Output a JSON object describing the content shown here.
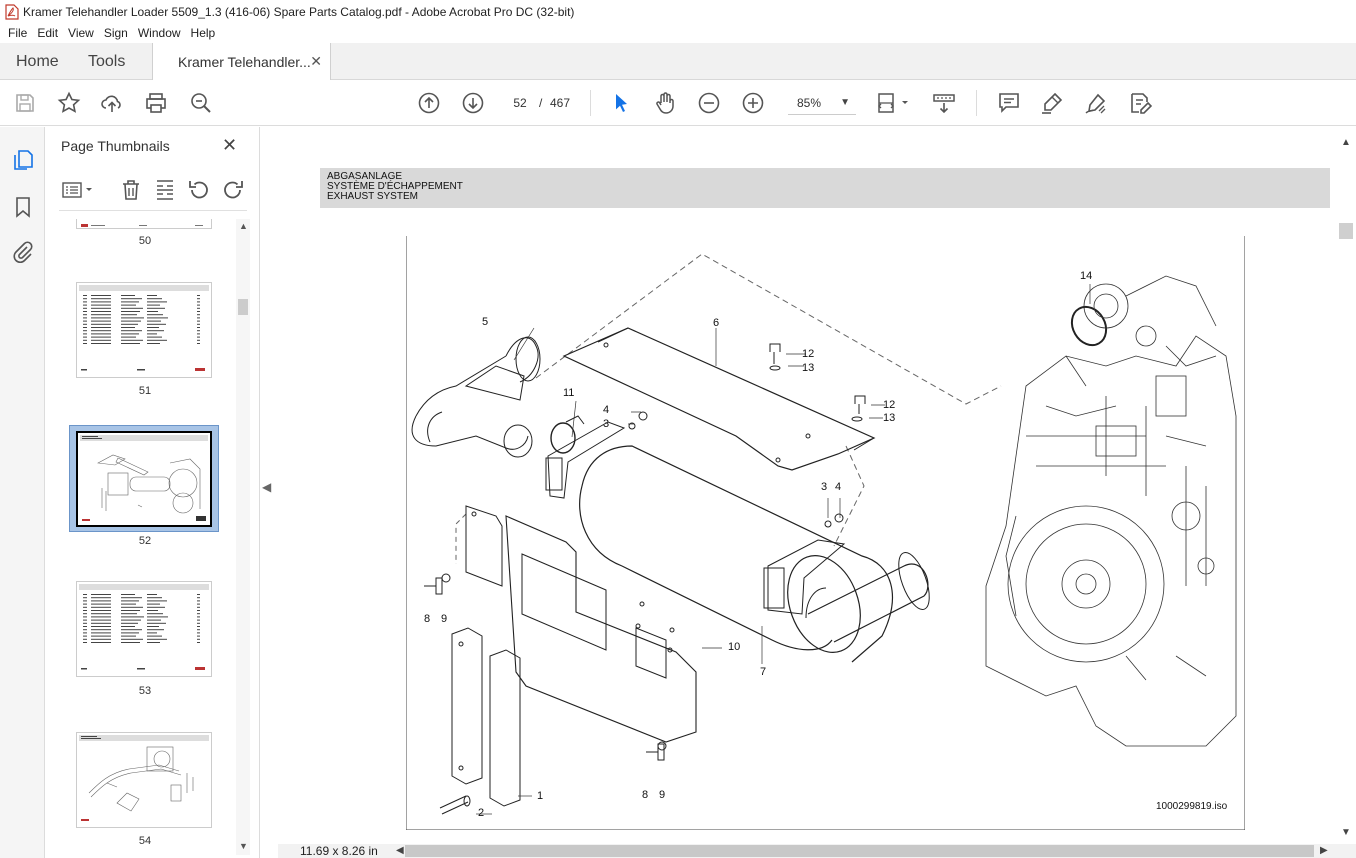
{
  "window": {
    "title": "Kramer Telehandler Loader 5509_1.3 (416-06) Spare Parts Catalog.pdf - Adobe Acrobat Pro DC (32-bit)"
  },
  "menu": [
    "File",
    "Edit",
    "View",
    "Sign",
    "Window",
    "Help"
  ],
  "tabs": {
    "home": "Home",
    "tools": "Tools",
    "document": "Kramer Telehandler...",
    "close": "✕"
  },
  "toolbar": {
    "page_current": "52",
    "page_separator": "/",
    "page_total": "467",
    "zoom": "85%",
    "icons": [
      "save-icon",
      "bookmark-star-icon",
      "upload-icon",
      "print-icon",
      "zoom-search-icon",
      "page-up-icon",
      "page-down-icon",
      "select-arrow-icon",
      "hand-icon",
      "zoom-out-icon",
      "zoom-in-icon",
      "fit-page-icon",
      "scroll-mode-icon",
      "comment-icon",
      "highlight-icon",
      "sign-icon",
      "edit-pdf-icon"
    ]
  },
  "sidebar": {
    "panel_title": "Page Thumbnails",
    "thumbnails": [
      {
        "label": "50"
      },
      {
        "label": "51"
      },
      {
        "label": "52",
        "selected": true
      },
      {
        "label": "53"
      },
      {
        "label": "54"
      }
    ]
  },
  "document": {
    "header_lines": [
      "ABGASANLAGE",
      "SYSTÈME D'ÉCHAPPEMENT",
      "EXHAUST SYSTEM"
    ],
    "callouts": [
      "1",
      "2",
      "3",
      "3",
      "4",
      "4",
      "5",
      "6",
      "7",
      "8",
      "8",
      "9",
      "9",
      "10",
      "11",
      "12",
      "12",
      "13",
      "13",
      "14"
    ],
    "drawing_id": "1000299819.iso"
  },
  "status": {
    "page_size": "11.69 x 8.26 in"
  }
}
